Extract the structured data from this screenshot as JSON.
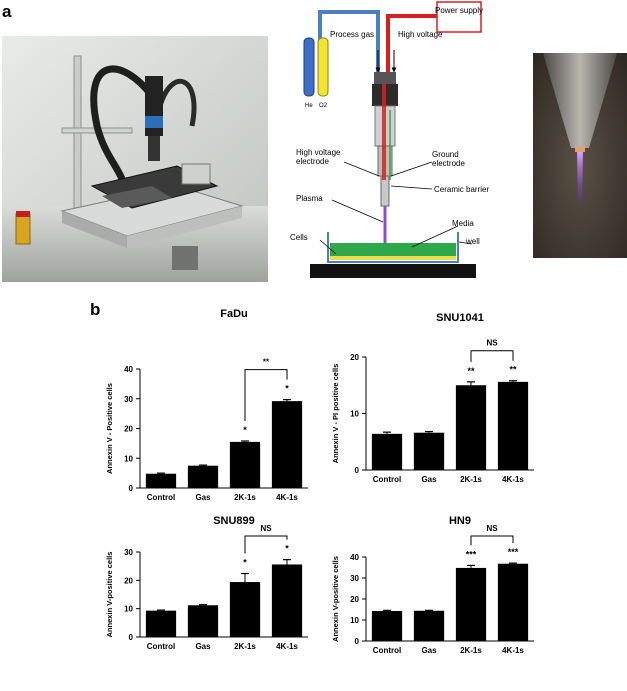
{
  "figure": {
    "panel_a_label": "a",
    "panel_b_label": "b"
  },
  "schematic": {
    "process_gas": "Process gas",
    "high_voltage": "High voltage",
    "power_supply": "Power supply",
    "gas_he": "He",
    "gas_o2": "O2",
    "hv_electrode": "High voltage electrode",
    "ground_electrode": "Ground electrode",
    "ceramic_barrier": "Ceramic barrier",
    "plasma": "Plasma",
    "media": "Media",
    "cells": "Cells",
    "well": "well"
  },
  "colors": {
    "gas_line": "#4a7fc4",
    "hv_line": "#d72020",
    "he_cylinder": "#3b6fc9",
    "o2_cylinder": "#f3e431",
    "media": "#2ea84a",
    "cell_layer": "#e8e04a",
    "plasma": "#8a4fd8",
    "bar": "#000000"
  },
  "chart_data": [
    {
      "type": "bar",
      "title": "FaDu",
      "ylabel": "Annexin V - Positive cells",
      "categories": [
        "Control",
        "Gas",
        "2K-1s",
        "4K-1s"
      ],
      "values": [
        4.8,
        7.5,
        15.5,
        29.2
      ],
      "errors": [
        0.2,
        0.2,
        0.3,
        0.5
      ],
      "ylim": [
        0,
        40
      ],
      "yticks": [
        0,
        10,
        20,
        30,
        40
      ],
      "bar_marks": [
        "",
        "",
        "*",
        "*"
      ],
      "bracket": {
        "from": 2,
        "to": 3,
        "label": "**"
      }
    },
    {
      "type": "bar",
      "title": "SNU1041",
      "ylabel": "Annexin V - PI positive cells",
      "categories": [
        "Control",
        "Gas",
        "2K-1s",
        "4K-1s"
      ],
      "values": [
        6.4,
        6.6,
        15.0,
        15.6
      ],
      "errors": [
        0.3,
        0.2,
        0.6,
        0.2
      ],
      "ylim": [
        0,
        20
      ],
      "yticks": [
        0,
        10,
        20
      ],
      "bar_marks": [
        "",
        "",
        "**",
        "**"
      ],
      "bracket": {
        "from": 2,
        "to": 3,
        "label": "NS"
      }
    },
    {
      "type": "bar",
      "title": "SNU899",
      "ylabel": "Annexin V-positive cells",
      "categories": [
        "Control",
        "Gas",
        "2K-1s",
        "4K-1s"
      ],
      "values": [
        9.3,
        11.2,
        19.4,
        25.6
      ],
      "errors": [
        0.2,
        0.2,
        3.0,
        1.7
      ],
      "ylim": [
        0,
        30
      ],
      "yticks": [
        0,
        10,
        20,
        30
      ],
      "bar_marks": [
        "",
        "",
        "*",
        "*"
      ],
      "bracket": {
        "from": 2,
        "to": 3,
        "label": "NS"
      }
    },
    {
      "type": "bar",
      "title": "HN9",
      "ylabel": "Annexin V-positive cells",
      "categories": [
        "Control",
        "Gas",
        "2K-1s",
        "4K-1s"
      ],
      "values": [
        14.3,
        14.4,
        34.8,
        36.8
      ],
      "errors": [
        0.3,
        0.2,
        1.2,
        0.3
      ],
      "ylim": [
        0,
        40
      ],
      "yticks": [
        0,
        10,
        20,
        30,
        40
      ],
      "bar_marks": [
        "",
        "",
        "***",
        "***"
      ],
      "bracket": {
        "from": 2,
        "to": 3,
        "label": "NS"
      }
    }
  ]
}
